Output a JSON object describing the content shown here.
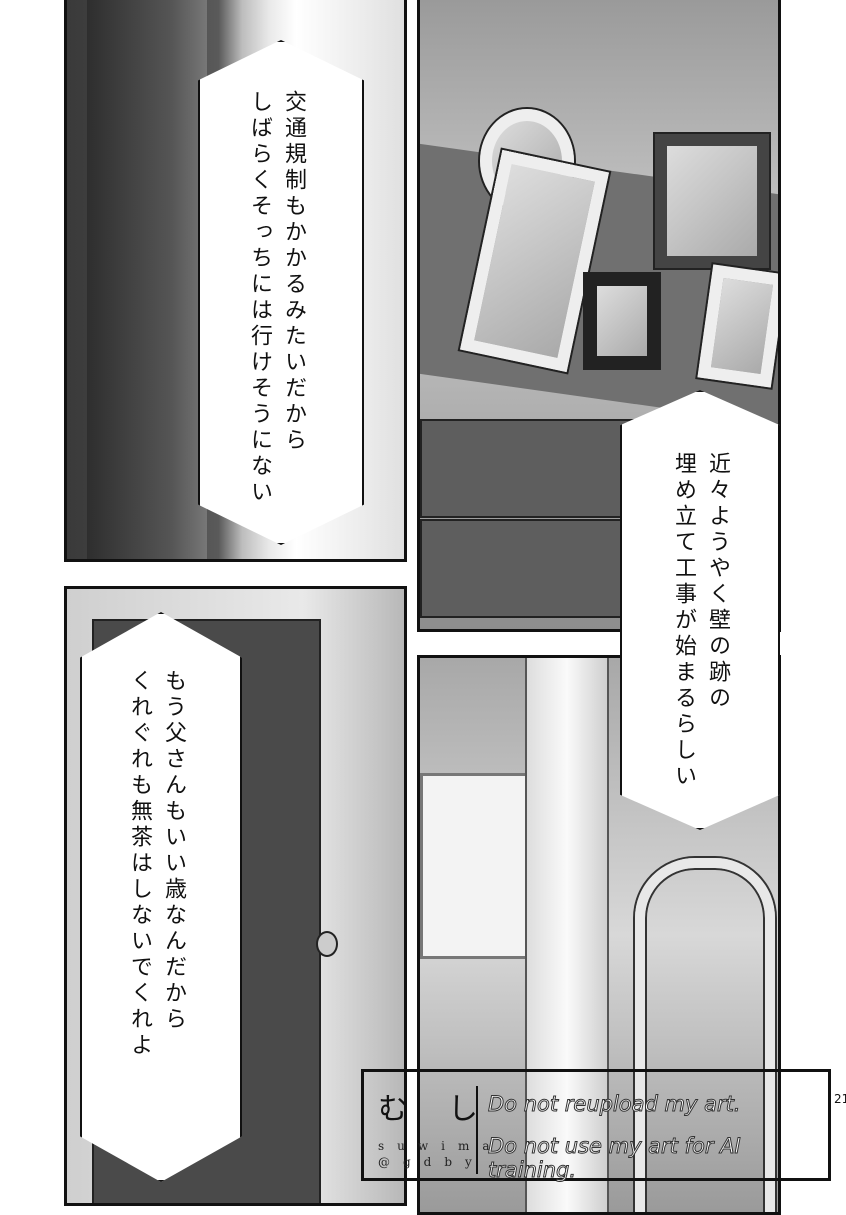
{
  "captions": [
    {
      "lines": [
        "交通規制もかかるみたいだから",
        "しばらくそっちには行けそうにない"
      ]
    },
    {
      "lines": [
        "近々ようやく壁の跡の",
        "埋め立て工事が始まるらしい"
      ]
    },
    {
      "lines": [
        "もう父さんもいい歳なんだから",
        "くれぐれも無茶はしないでくれよ"
      ]
    }
  ],
  "credit": {
    "author": "むし",
    "handle_line1": "suwima",
    "handle_line2": "@gdby",
    "notice_1": "Do not reupload my art.",
    "notice_2": "Do not use my art for AI training."
  },
  "page_number": "21"
}
